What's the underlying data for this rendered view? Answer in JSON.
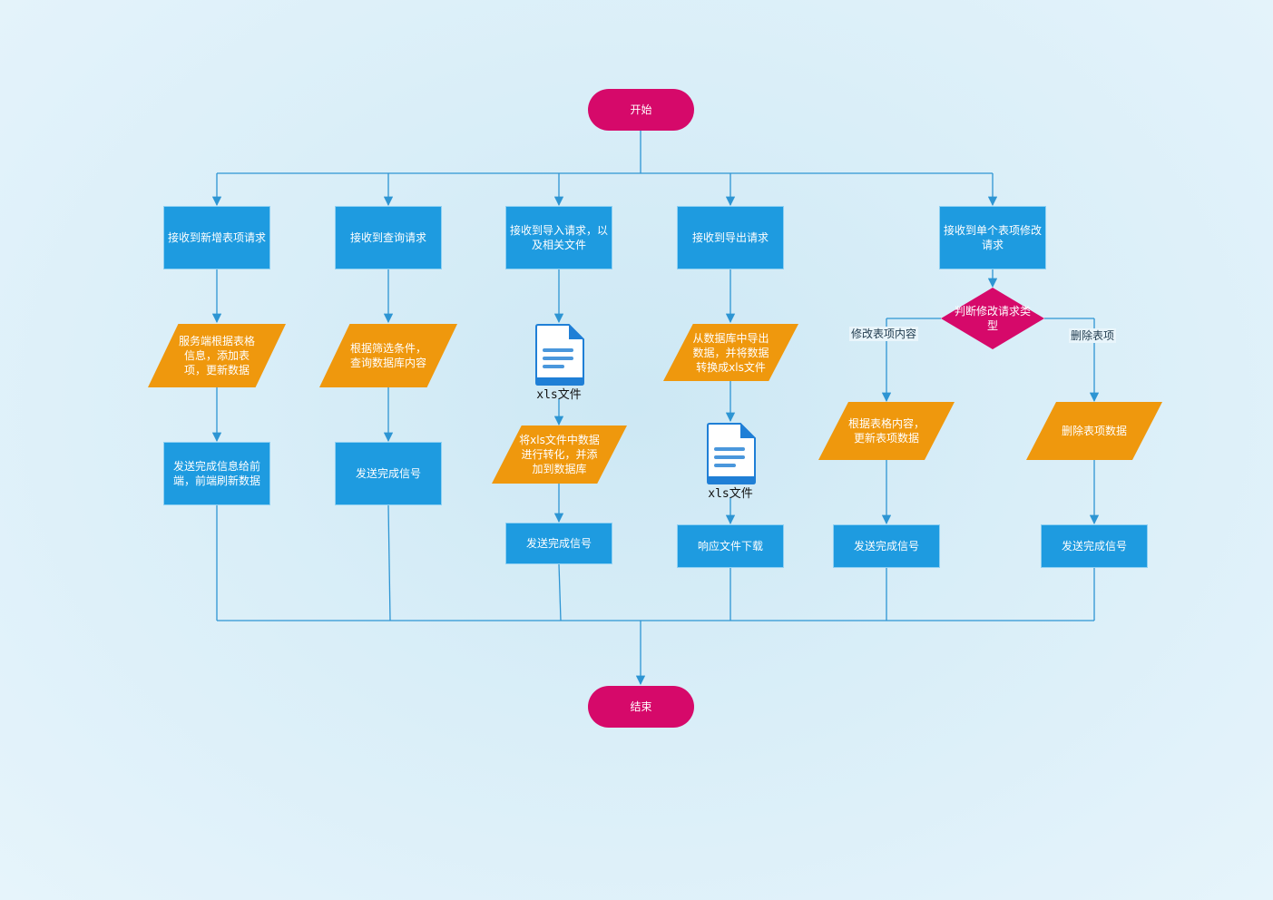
{
  "colors": {
    "terminal": "#d6096a",
    "process": "#1e9be0",
    "io": "#ef980d",
    "decision": "#d6096a",
    "connector": "#2d95d3"
  },
  "nodes": {
    "start": "开始",
    "end": "结束",
    "recv_add": "接收到新增表项请求",
    "recv_query": "接收到查询请求",
    "recv_import": "接收到导入请求，以及相关文件",
    "recv_export": "接收到导出请求",
    "recv_modify": "接收到单个表项修改请求",
    "io_add": "服务端根据表格信息，添加表项，更新数据",
    "io_query": "根据筛选条件，查询数据库内容",
    "io_import": "将xls文件中数据进行转化，并添加到数据库",
    "io_export": "从数据库中导出数据，并将数据转换成xls文件",
    "io_modify": "根据表格内容，更新表项数据",
    "io_delete": "删除表项数据",
    "done_add": "发送完成信息给前端，前端刷新数据",
    "done_query": "发送完成信号",
    "done_import": "发送完成信号",
    "done_export": "响应文件下载",
    "done_modify": "发送完成信号",
    "done_delete": "发送完成信号",
    "decision": "判断修改请求类型"
  },
  "edge_labels": {
    "modify_content": "修改表项内容",
    "delete_item": "删除表项"
  },
  "documents": {
    "import_doc": "xls文件",
    "export_doc": "xls文件"
  },
  "icons": [
    "document-icon"
  ]
}
